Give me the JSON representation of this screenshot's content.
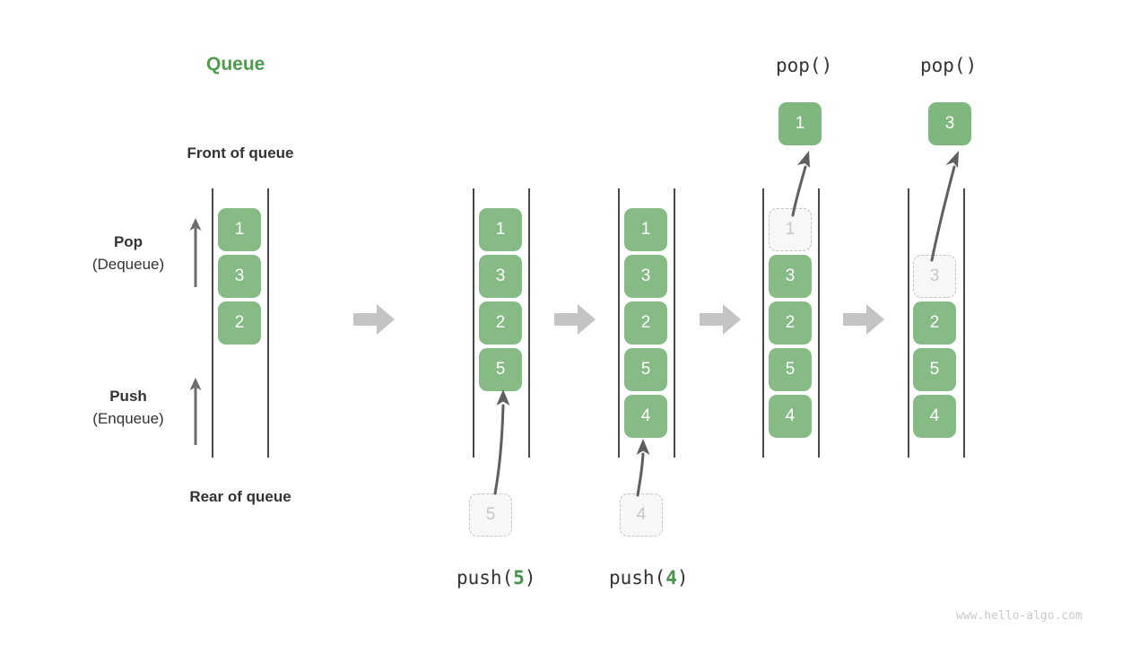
{
  "diagram": {
    "title": "Queue",
    "front_label": "Front of queue",
    "rear_label": "Rear of queue",
    "pop_label_main": "Pop",
    "pop_label_sub": "(Dequeue)",
    "push_label_main": "Push",
    "push_label_sub": "(Enqueue)",
    "watermark": "www.hello-algo.com",
    "colors": {
      "accent_green": "#4e9a4e",
      "cell_green": "#86bb86",
      "ghost_fill": "#f7f7f7",
      "ghost_border": "#c2c2c2",
      "rail": "#4a4a4a",
      "arrow_gray": "#c4c4c4",
      "motion_arrow": "#5f5f5f",
      "text_dark": "#333333",
      "watermark_gray": "#c9c9c9"
    }
  },
  "columns": [
    {
      "id": "initial",
      "caption": null,
      "caption_prefix": null,
      "caption_arg": null,
      "caption_suffix": null,
      "cells": [
        {
          "value": "1",
          "state": "filled"
        },
        {
          "value": "3",
          "state": "filled"
        },
        {
          "value": "2",
          "state": "filled"
        }
      ]
    },
    {
      "id": "after-push-5",
      "caption": "push(5)",
      "caption_prefix": "push(",
      "caption_arg": "5",
      "caption_suffix": ")",
      "incoming_value": "5",
      "cells": [
        {
          "value": "1",
          "state": "filled"
        },
        {
          "value": "3",
          "state": "filled"
        },
        {
          "value": "2",
          "state": "filled"
        },
        {
          "value": "5",
          "state": "filled"
        }
      ]
    },
    {
      "id": "after-push-4",
      "caption": "push(4)",
      "caption_prefix": "push(",
      "caption_arg": "4",
      "caption_suffix": ")",
      "incoming_value": "4",
      "cells": [
        {
          "value": "1",
          "state": "filled"
        },
        {
          "value": "3",
          "state": "filled"
        },
        {
          "value": "2",
          "state": "filled"
        },
        {
          "value": "5",
          "state": "filled"
        },
        {
          "value": "4",
          "state": "filled"
        }
      ]
    },
    {
      "id": "after-pop-1",
      "caption": "pop()",
      "popped_value": "1",
      "cells": [
        {
          "value": "1",
          "state": "ghost"
        },
        {
          "value": "3",
          "state": "filled"
        },
        {
          "value": "2",
          "state": "filled"
        },
        {
          "value": "5",
          "state": "filled"
        },
        {
          "value": "4",
          "state": "filled"
        }
      ]
    },
    {
      "id": "after-pop-3",
      "caption": "pop()",
      "popped_value": "3",
      "cells": [
        {
          "value": "3",
          "state": "ghost"
        },
        {
          "value": "2",
          "state": "filled"
        },
        {
          "value": "5",
          "state": "filled"
        },
        {
          "value": "4",
          "state": "filled"
        }
      ]
    }
  ]
}
